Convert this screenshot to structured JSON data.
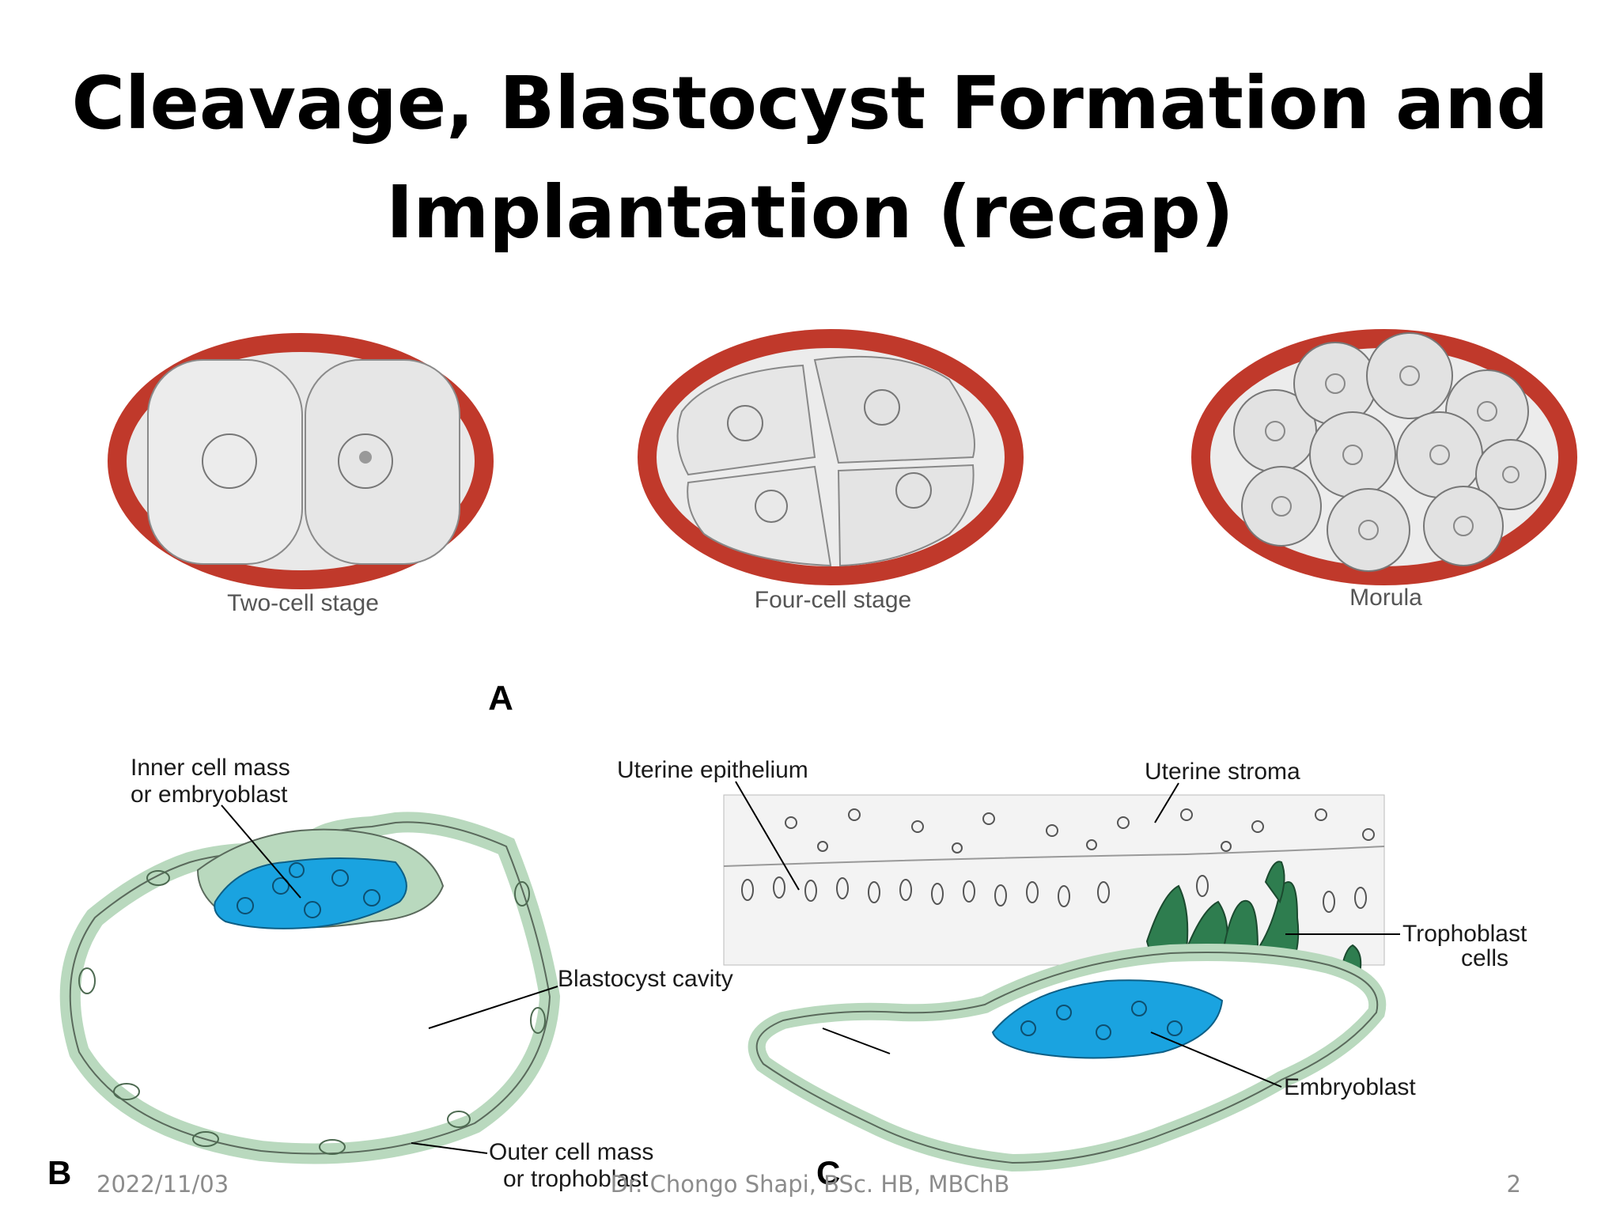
{
  "slide": {
    "title_line1": "Cleavage, Blastocyst Formation and",
    "title_line2": "Implantation (recap)"
  },
  "figure": {
    "panel_a": {
      "letter": "A",
      "stages": [
        "Two-cell stage",
        "Four-cell stage",
        "Morula"
      ]
    },
    "panel_b": {
      "letter": "B",
      "labels": {
        "inner_line1": "Inner cell mass",
        "inner_line2": "or embryoblast",
        "cavity": "Blastocyst cavity",
        "outer_line1": "Outer cell mass",
        "outer_line2": "or trophoblast"
      }
    },
    "panel_c": {
      "letter": "C",
      "labels": {
        "epithelium": "Uterine epithelium",
        "stroma": "Uterine stroma",
        "troph_line1": "Trophoblast",
        "troph_line2": "cells",
        "embryoblast": "Embryoblast"
      }
    },
    "colors": {
      "zona": "#c0392b",
      "cell_fill": "#e8e8e8",
      "trophoblast": "#b9d9be",
      "embryoblast": "#1aa3e0",
      "trophoblast_cells": "#2e7d4f"
    }
  },
  "footer": {
    "date": "2022/11/03",
    "author": "Dr. Chongo Shapi, BSc. HB, MBChB",
    "page": "2"
  }
}
